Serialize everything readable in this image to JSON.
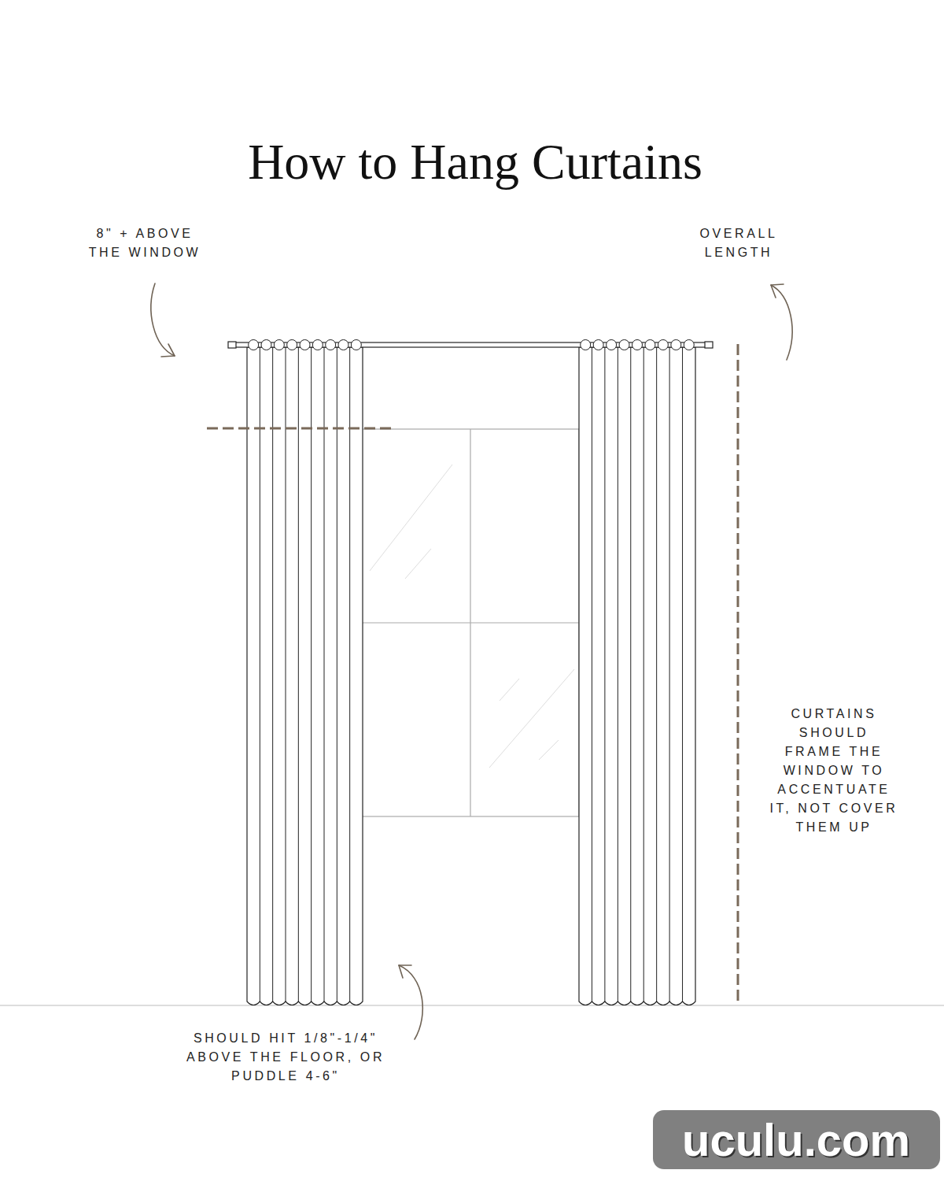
{
  "diagram": {
    "title": "How to Hang Curtains",
    "labels": [
      "8\" + ABOVE THE WINDOW",
      "OVERALL LENGTH",
      "CURTAINS SHOULD FRAME THE WINDOW TO ACCENTUATE IT, NOT COVER THEM UP",
      "SHOULD HIT 1/8\"-1/4\" ABOVE THE FLOOR, OR PUDDLE 4-6\"",
      "uculu.com"
    ]
  }
}
